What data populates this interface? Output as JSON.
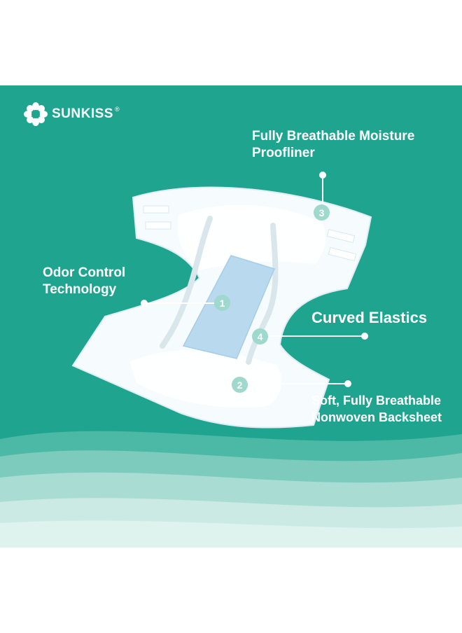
{
  "brand": {
    "name": "SUNKISS",
    "registered_mark": "®",
    "logo_icon": "sunflower-logo-icon"
  },
  "callouts": [
    {
      "number": "3",
      "lines": [
        "Fully Breathable Moisture",
        "Proofliner"
      ]
    },
    {
      "number": "1",
      "lines": [
        "Odor Control",
        "Technology"
      ]
    },
    {
      "number": "4",
      "lines": [
        "Curved Elastics"
      ]
    },
    {
      "number": "2",
      "lines": [
        "Soft, Fully Breathable",
        "Nonwoven  Backsheet"
      ]
    }
  ],
  "colors": {
    "background": "#1fa58f",
    "marker": "#9fd8cd",
    "pad": "#b9d9ee",
    "text": "#ffffff"
  }
}
